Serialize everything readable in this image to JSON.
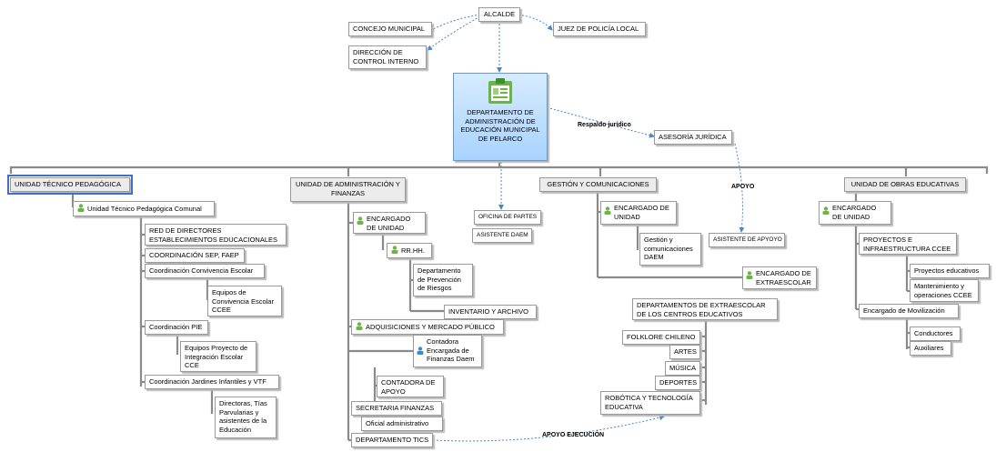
{
  "top": {
    "alcalde": "ALCALDE",
    "concejo": "CONCEJO MUNICIPAL",
    "juez": "JUEZ DE POLICÍA LOCAL",
    "direccion": "DIRECCIÓN DE CONTROL INTERNO"
  },
  "center": "DEPARTAMENTO DE ADMINISTRACIÓN DE EDUCACIÓN MUNICIPAL DE PELARCO",
  "asesoria": "ASESORÍA JURÍDICA",
  "respaldo_label": "Respaldo jurídico",
  "apoyo_label": "APOYO",
  "apoyo_ejecucion_label": "APOYO EJECUCIÓN",
  "utp": {
    "title": "UNIDAD TÉCNICO PEDAGÓGICA",
    "comunal": "Unidad Técnico Pedagógica Comunal",
    "red": "RED DE DIRECTORES ESTABLECIMIENTOS EDUCACIONALES",
    "coord_sep": "COORDINACIÓN SEP, FAEP",
    "coord_conv": "Coordinación Convivencia Escolar",
    "equipos_conv": "Equipos de Convivencia Escolar CCEE",
    "coord_pie": "Coordinación PIE",
    "equipos_pie": "Equipos Proyecto de Integración Escolar CCE",
    "coord_jardines": "Coordinación Jardines Infantiles y VTF",
    "directoras": "Directoras, Tías Parvularias y asistentes de la Educación"
  },
  "uaf": {
    "title": "UNIDAD DE ADMINISTRACIÓN Y FINANZAS",
    "encargado": "ENCARGADO DE UNIDAD",
    "rrhh": "RR.HH.",
    "prevencion": "Departamento de Prevención de Riesgos",
    "inventario": "INVENTARIO Y ARCHIVO",
    "adquisiciones": "ADQUISICIONES Y MERCADO PÚBLICO",
    "contadora_enc": "Contadora Encargada de Finanzas Daem",
    "contadora_apoyo": "CONTADORA DE APOYO",
    "secretaria": "SECRETARIA FINANZAS",
    "oficial": "Oficial administrativo",
    "tics": "DEPARTAMENTO TICS"
  },
  "oficina": "OFICINA DE PARTES",
  "asistente_daem": "ASISTENTE DAEM",
  "gc": {
    "title": "GESTIÓN Y COMUNICACIONES",
    "encargado": "ENCARGADO DE UNIDAD",
    "gestion": "Gestión y comunicaciones DAEM",
    "extraescolar": "ENCARGADO DE EXTRAESCOLAR",
    "deptos": "DEPARTAMENTOS DE EXTRAESCOLAR DE LOS CENTROS EDUCATIVOS",
    "folklore": "FOLKLORE CHILENO",
    "artes": "ARTES",
    "musica": "MÚSICA",
    "deportes": "DEPORTES",
    "robotica": "ROBÓTICA Y TECNOLOGÍA EDUCATIVA"
  },
  "asistente_apoyo": "ASISTENTE DE APYOYO",
  "uoe": {
    "title": "UNIDAD DE OBRAS EDUCATIVAS",
    "encargado": "ENCARGADO DE UNIDAD",
    "proyectos": "PROYECTOS E INFRAESTRUCTURA CCEE",
    "proy_educ": "Proyectos educativos",
    "mantenimiento": "Mantenimiento y operaciones CCEE",
    "movilizacion": "Encargado de Movilización",
    "conductores": "Conductores",
    "auxiliares": "Auxiliares"
  },
  "colors": {
    "center_top": "#d6ebff",
    "center_bottom": "#a9d3ff",
    "link": "#4a86c5",
    "select": "#3f6fc6"
  }
}
